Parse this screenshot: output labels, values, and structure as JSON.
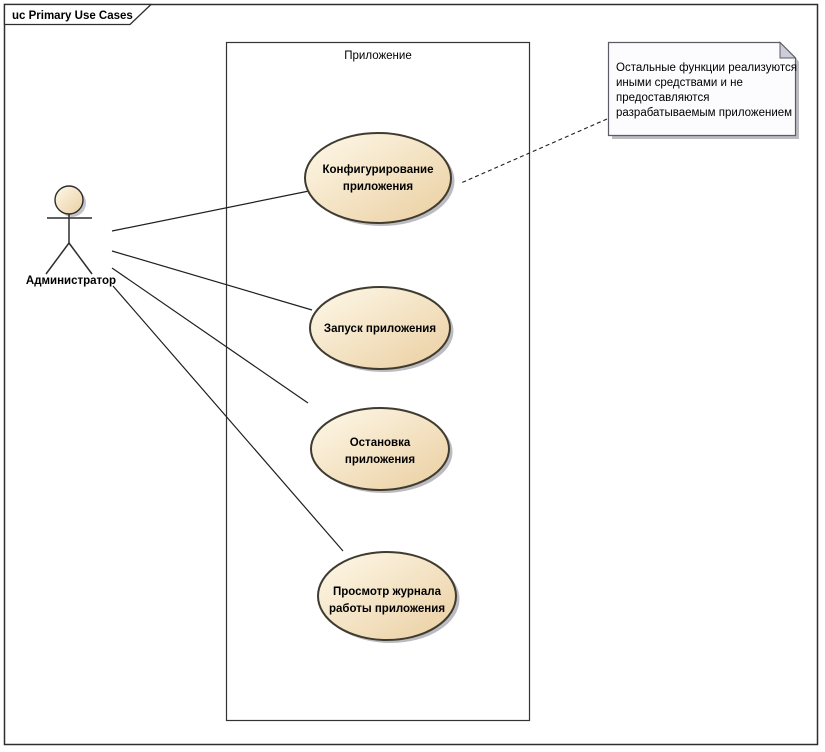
{
  "diagram_type": "uml-use-case-diagram",
  "frame": {
    "label": "uc Primary Use Cases"
  },
  "system_boundary": {
    "label": "Приложение"
  },
  "actor": {
    "label": "Администратор"
  },
  "use_cases": [
    {
      "id": "configure-application",
      "lines": [
        "Конфигурирование",
        "приложения"
      ]
    },
    {
      "id": "start-application",
      "lines": [
        "Запуск приложения"
      ]
    },
    {
      "id": "stop-application",
      "lines": [
        "Остановка",
        "приложения"
      ]
    },
    {
      "id": "view-application-log",
      "lines": [
        "Просмотр журнала",
        "работы приложения"
      ]
    }
  ],
  "note": {
    "lines": [
      "Остальные функции реализуются",
      "иными средствами и не",
      "предоставляются",
      "разрабатываемым приложением"
    ]
  },
  "connections": [
    {
      "from": "actor",
      "to": "configure-application",
      "style": "solid"
    },
    {
      "from": "actor",
      "to": "start-application",
      "style": "solid"
    },
    {
      "from": "actor",
      "to": "stop-application",
      "style": "solid"
    },
    {
      "from": "actor",
      "to": "view-application-log",
      "style": "solid"
    },
    {
      "from": "note",
      "to": "configure-application",
      "style": "dashed"
    }
  ],
  "colors": {
    "use_case_fill_light": "#FEF9EA",
    "use_case_fill_dark": "#EACEA0",
    "use_case_border": "#3F3B2F",
    "note_fill": "#FCFBFE",
    "note_border": "#5C5C66",
    "note_fold": "#CDCDD8",
    "shadow": "#8A8A94",
    "line": "#1F1F1F",
    "frame_border": "#2E2E2E",
    "background": "#FFFFFF"
  }
}
